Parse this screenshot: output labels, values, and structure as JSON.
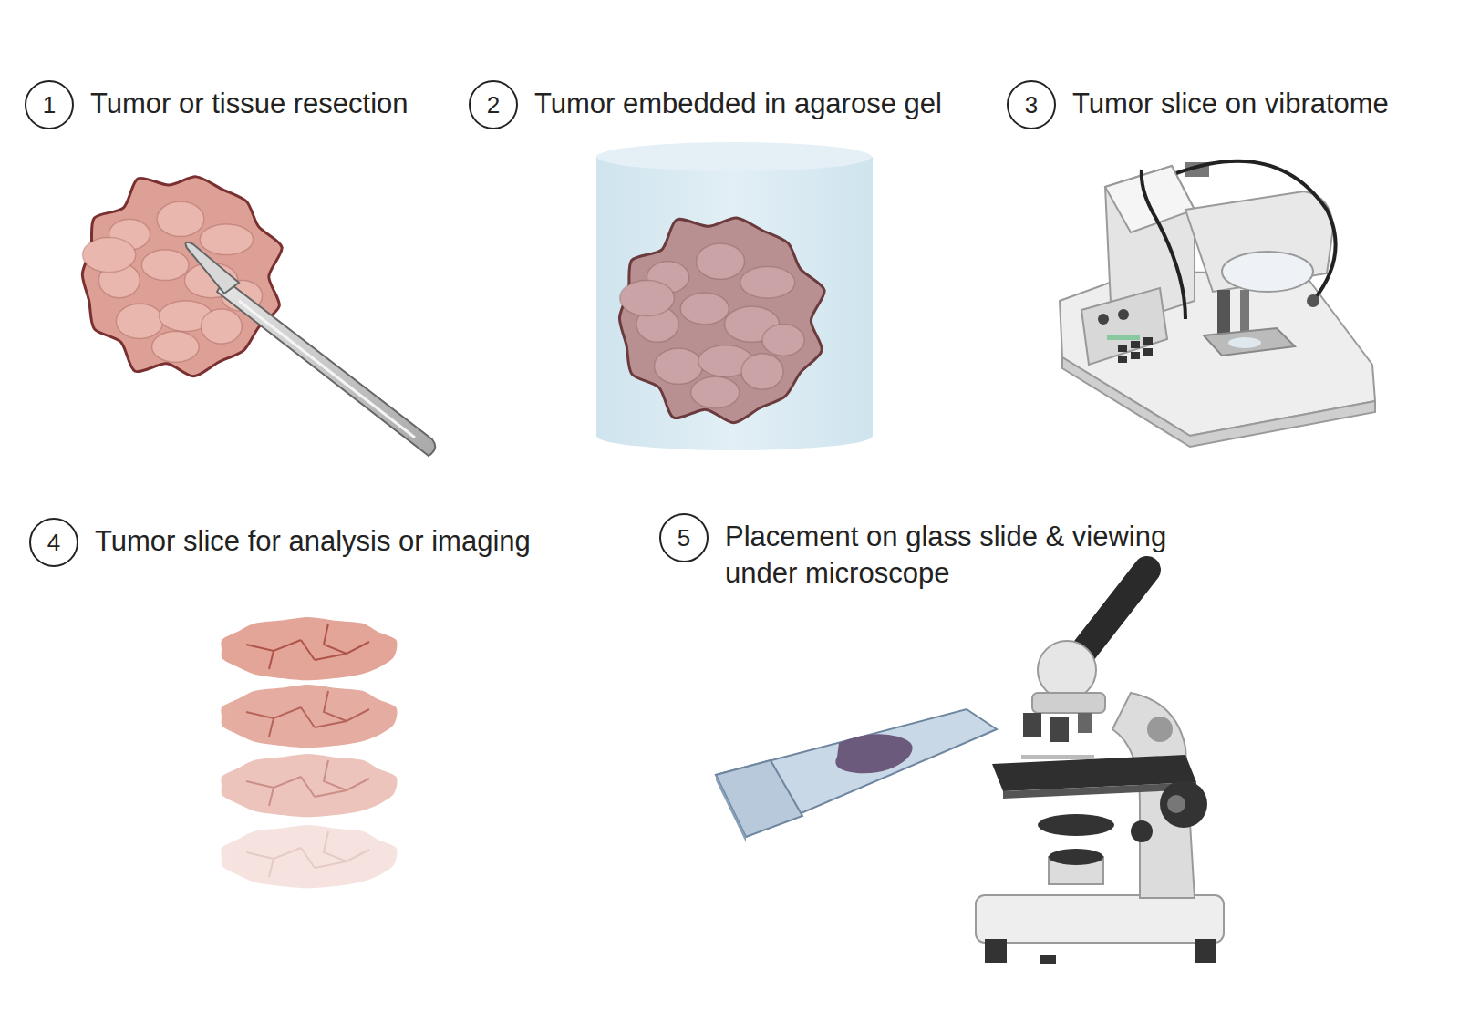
{
  "diagram": {
    "nodes": [
      {
        "text": [
          "1",
          "Tumor or tissue resection"
        ]
      },
      {
        "text": [
          "2",
          "Tumor embedded in agarose gel"
        ]
      },
      {
        "text": [
          "3",
          "Tumor slice on vibratome"
        ]
      },
      {
        "text": [
          "4",
          "Tumor slice for analysis or imaging"
        ]
      },
      {
        "text": [
          "5",
          "Placement on glass slide & viewing under microscope"
        ]
      }
    ]
  }
}
